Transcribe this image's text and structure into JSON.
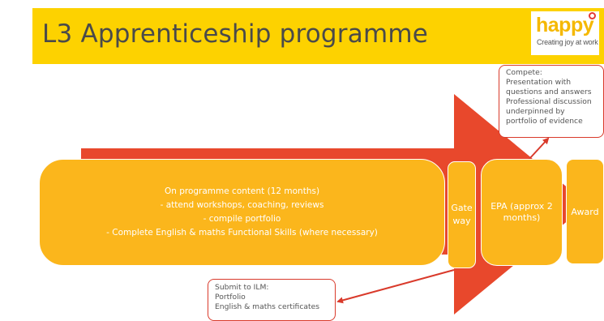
{
  "header": {
    "title": "L3 Apprenticeship programme",
    "logo": {
      "word": "happy",
      "tagline": "Creating joy at work"
    },
    "colors": {
      "band": "#fdd200",
      "title_text": "#4a4a4a"
    }
  },
  "flow": {
    "arrow_color": "#e8482c",
    "box_color": "#fbb61c",
    "main": {
      "lines": [
        "On programme content (12 months)",
        "- attend workshops, coaching, reviews",
        "- compile portfolio",
        "- Complete English & maths Functional Skills (where necessary)"
      ]
    },
    "gateway": {
      "lines": [
        "Gate",
        "way"
      ]
    },
    "epa": {
      "lines": [
        "EPA (approx 2",
        "months)"
      ]
    },
    "award": {
      "label": "Award"
    }
  },
  "notes": {
    "compete": {
      "lines": [
        "Compete:",
        "Presentation with",
        "questions and answers",
        "Professional discussion",
        "underpinned by",
        "portfolio of evidence"
      ]
    },
    "submit": {
      "lines": [
        "Submit to ILM:",
        "Portfolio",
        "English & maths certificates"
      ]
    },
    "border_color": "#d93a2b"
  }
}
